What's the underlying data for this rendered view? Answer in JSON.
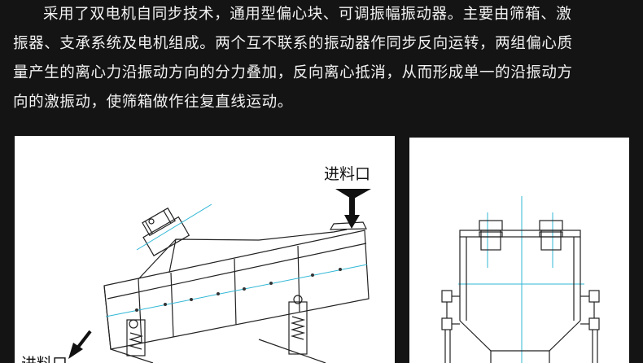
{
  "paragraph": {
    "lines": [
      "采用了双电机自同步技术，通用型偏心块、可调振幅振动器。主要由筛箱、激",
      "振器、支承系统及电机组成。两个互不联系的振动器作同步反向运转，两组偏心质",
      "量产生的离心力沿振动方向的分力叠加，反向离心抵消，从而形成单一的沿振动方",
      "向的激振动，使筛箱做作往复直线运动。"
    ]
  },
  "diagram_left": {
    "inlet_label": "进料口",
    "outlet_label": "进料口"
  }
}
